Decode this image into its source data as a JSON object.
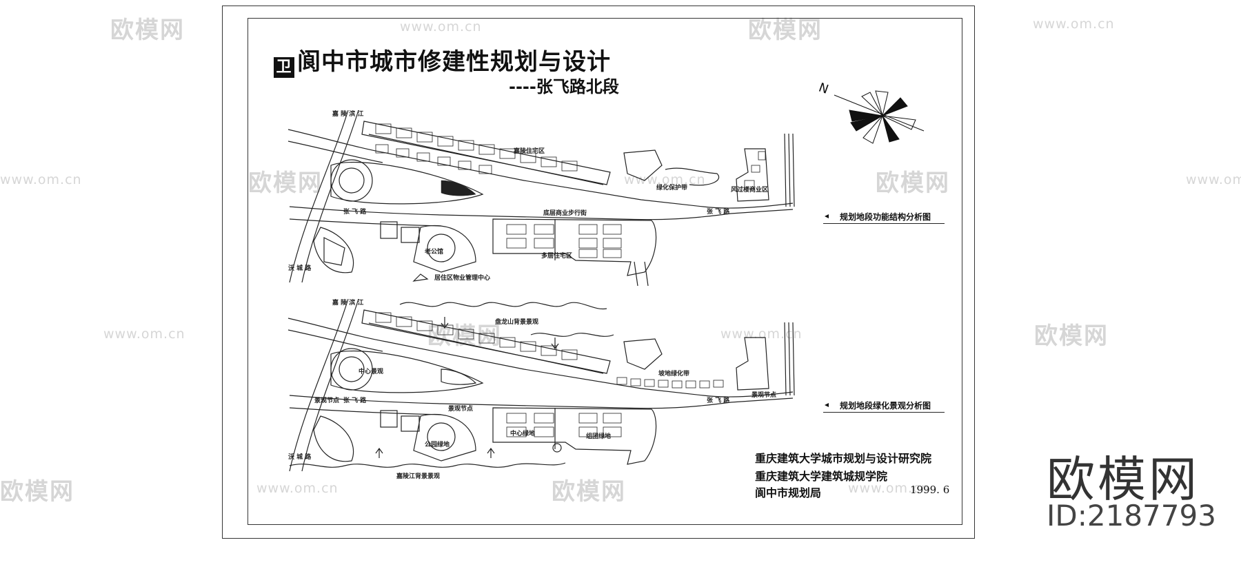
{
  "title": "阆中市城市修建性规划与设计",
  "title_mark": "卫",
  "subtitle": "----张飞路北段",
  "captions": {
    "top": "规划地段功能结构分析图",
    "bottom": "规划地段绿化景观分析图"
  },
  "organizations": [
    "重庆建筑大学城市规划与设计研究院",
    "重庆建筑大学建筑城规学院",
    "阆中市规划局"
  ],
  "date": "1999. 6",
  "watermark": {
    "logo_text": "欧模网",
    "url": "www.om.cn",
    "brand": "欧模网",
    "id": "ID:2187793"
  },
  "plan_labels_top": {
    "northwest_road": "嘉 陵 滨 江",
    "residential": "嘉陵住宅区",
    "green_protect": "绿化保护带",
    "road_name": "张 飞 路",
    "commercial_street": "底层商业步行街",
    "road_east": "张 飞 路",
    "southwest_road": "沃 城 路",
    "management_center": "居住区物业管理中心",
    "multistory": "多层住宅区",
    "old_hotel": "老公馆",
    "east_block": "风过楼商业区"
  },
  "plan_labels_bottom": {
    "northwest_road": "嘉 陵 滨 江",
    "mountain_view": "盘龙山背景景观",
    "green_belt": "坡地绿化带",
    "node_west": "景观节点",
    "road_name": "张 飞 路",
    "node_center": "景观节点",
    "node_east": "景观节点",
    "road_east": "张 飞 路",
    "southwest_road": "沃 城 路",
    "park": "公园绿地",
    "river_view": "嘉陵江背景景观",
    "green_a": "中心绿地",
    "green_b": "组团绿地",
    "center_green": "中心景观"
  }
}
